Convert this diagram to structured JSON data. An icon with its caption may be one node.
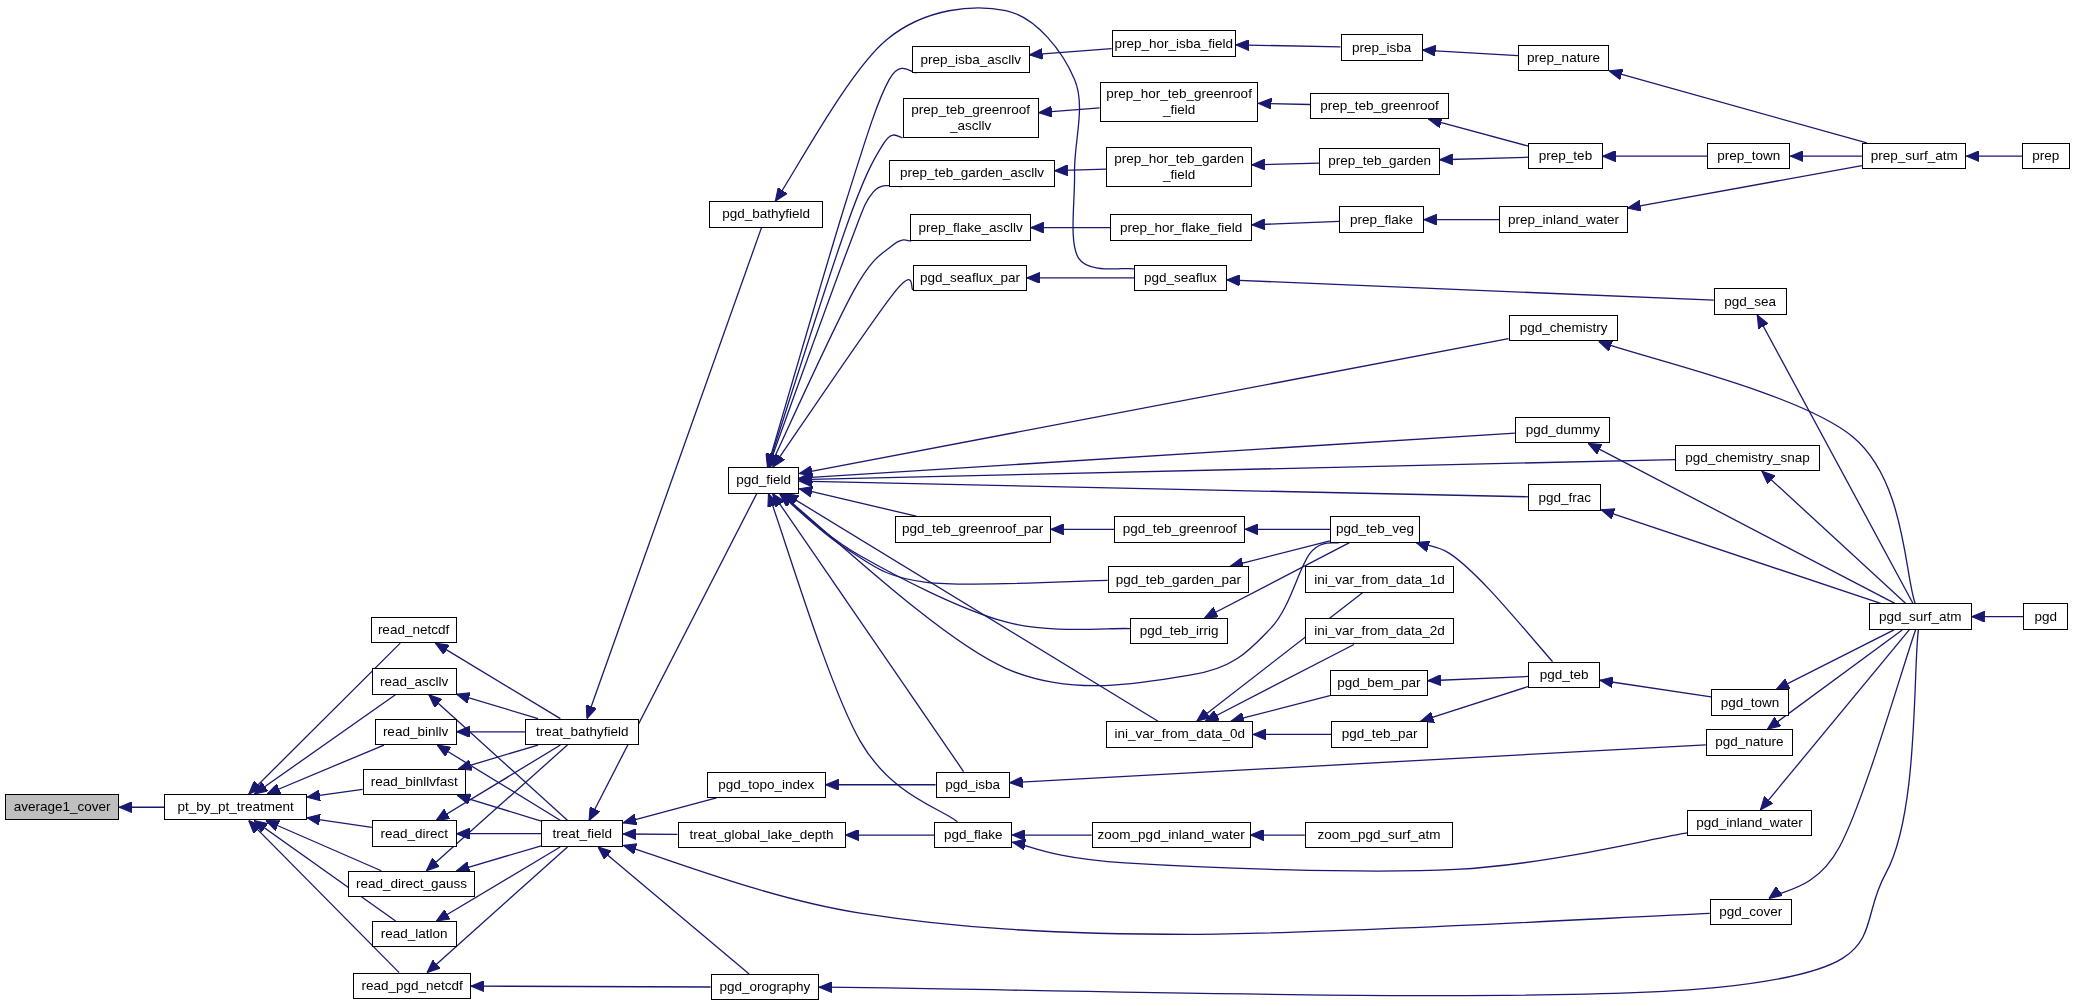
{
  "diagram": {
    "nodes": [
      {
        "text": [
          "average1_cover"
        ]
      },
      {
        "text": [
          "pt_by_pt_treatment"
        ]
      },
      {
        "text": [
          "read_netcdf"
        ]
      },
      {
        "text": [
          "read_ascllv"
        ]
      },
      {
        "text": [
          "read_binllv"
        ]
      },
      {
        "text": [
          "read_binllvfast"
        ]
      },
      {
        "text": [
          "read_direct"
        ]
      },
      {
        "text": [
          "read_direct_gauss"
        ]
      },
      {
        "text": [
          "read_latlon"
        ]
      },
      {
        "text": [
          "read_pgd_netcdf"
        ]
      },
      {
        "text": [
          "treat_bathyfield"
        ]
      },
      {
        "text": [
          "treat_field"
        ]
      },
      {
        "text": [
          "pgd_bathyfield"
        ]
      },
      {
        "text": [
          "pgd_field"
        ]
      },
      {
        "text": [
          "pgd_topo_index"
        ]
      },
      {
        "text": [
          "treat_global_lake_depth"
        ]
      },
      {
        "text": [
          "pgd_orography"
        ]
      },
      {
        "text": [
          "prep_isba_ascllv"
        ]
      },
      {
        "text": [
          "prep_teb_greenroof _ascllv"
        ]
      },
      {
        "text": [
          "prep_teb_garden_ascllv"
        ]
      },
      {
        "text": [
          "prep_flake_ascllv"
        ]
      },
      {
        "text": [
          "pgd_seaflux_par"
        ]
      },
      {
        "text": [
          "pgd_teb_greenroof_par"
        ]
      },
      {
        "text": [
          "pgd_teb_garden_par"
        ]
      },
      {
        "text": [
          "pgd_teb_irrig"
        ]
      },
      {
        "text": [
          "ini_var_from_data_0d"
        ]
      },
      {
        "text": [
          "pgd_isba"
        ]
      },
      {
        "text": [
          "pgd_flake"
        ]
      },
      {
        "text": [
          "prep_hor_isba_field"
        ]
      },
      {
        "text": [
          "prep_hor_teb_greenroof _field"
        ]
      },
      {
        "text": [
          "prep_hor_teb_garden _field"
        ]
      },
      {
        "text": [
          "prep_hor_flake_field"
        ]
      },
      {
        "text": [
          "pgd_seaflux"
        ]
      },
      {
        "text": [
          "pgd_teb_greenroof"
        ]
      },
      {
        "text": [
          "pgd_teb_veg"
        ]
      },
      {
        "text": [
          "ini_var_from_data_1d"
        ]
      },
      {
        "text": [
          "ini_var_from_data_2d"
        ]
      },
      {
        "text": [
          "pgd_bem_par"
        ]
      },
      {
        "text": [
          "pgd_teb_par"
        ]
      },
      {
        "text": [
          "zoom_pgd_inland_water"
        ]
      },
      {
        "text": [
          "zoom_pgd_surf_atm"
        ]
      },
      {
        "text": [
          "prep_isba"
        ]
      },
      {
        "text": [
          "prep_teb_greenroof"
        ]
      },
      {
        "text": [
          "prep_teb_garden"
        ]
      },
      {
        "text": [
          "prep_flake"
        ]
      },
      {
        "text": [
          "prep_nature"
        ]
      },
      {
        "text": [
          "prep_teb"
        ]
      },
      {
        "text": [
          "prep_inland_water"
        ]
      },
      {
        "text": [
          "prep_town"
        ]
      },
      {
        "text": [
          "prep_surf_atm"
        ]
      },
      {
        "text": [
          "prep"
        ]
      },
      {
        "text": [
          "pgd_sea"
        ]
      },
      {
        "text": [
          "pgd_chemistry"
        ]
      },
      {
        "text": [
          "pgd_dummy"
        ]
      },
      {
        "text": [
          "pgd_chemistry_snap"
        ]
      },
      {
        "text": [
          "pgd_frac"
        ]
      },
      {
        "text": [
          "pgd_teb"
        ]
      },
      {
        "text": [
          "pgd_town"
        ]
      },
      {
        "text": [
          "pgd_surf_atm"
        ]
      },
      {
        "text": [
          "pgd"
        ]
      },
      {
        "text": [
          "pgd_nature"
        ]
      },
      {
        "text": [
          "pgd_inland_water"
        ]
      },
      {
        "text": [
          "pgd_cover"
        ]
      }
    ],
    "edges": [
      {
        "from": 1,
        "to": 0,
        "arrow": "to"
      },
      {
        "from": 2,
        "to": 1,
        "arrow": "to"
      },
      {
        "from": 3,
        "to": 1,
        "arrow": "to"
      },
      {
        "from": 4,
        "to": 1,
        "arrow": "to"
      },
      {
        "from": 5,
        "to": 1,
        "arrow": "to"
      },
      {
        "from": 6,
        "to": 1,
        "arrow": "to"
      },
      {
        "from": 7,
        "to": 1,
        "arrow": "to"
      },
      {
        "from": 8,
        "to": 1,
        "arrow": "to"
      },
      {
        "from": 9,
        "to": 1,
        "arrow": "to"
      },
      {
        "from": 10,
        "to": 2,
        "arrow": "to"
      },
      {
        "from": 10,
        "to": 3,
        "arrow": "to"
      },
      {
        "from": 10,
        "to": 4,
        "arrow": "to"
      },
      {
        "from": 10,
        "to": 5,
        "arrow": "to"
      },
      {
        "from": 10,
        "to": 6,
        "arrow": "to"
      },
      {
        "from": 10,
        "to": 7,
        "arrow": "to"
      },
      {
        "from": 11,
        "to": 3,
        "arrow": "to"
      },
      {
        "from": 11,
        "to": 4,
        "arrow": "to"
      },
      {
        "from": 11,
        "to": 5,
        "arrow": "to"
      },
      {
        "from": 11,
        "to": 6,
        "arrow": "to"
      },
      {
        "from": 11,
        "to": 7,
        "arrow": "to"
      },
      {
        "from": 11,
        "to": 8,
        "arrow": "to"
      },
      {
        "from": 11,
        "to": 9,
        "arrow": "to"
      },
      {
        "from": 12,
        "to": 10,
        "arrow": "to"
      },
      {
        "from": 13,
        "to": 11,
        "arrow": "to"
      },
      {
        "from": 14,
        "to": 11,
        "arrow": "to"
      },
      {
        "from": 15,
        "to": 11,
        "arrow": "to"
      },
      {
        "from": 16,
        "to": 11,
        "arrow": "to"
      },
      {
        "from": 62,
        "to": 11,
        "arrow": "to"
      },
      {
        "from": 16,
        "to": 9,
        "arrow": "to"
      },
      {
        "from": 32,
        "to": 12,
        "arrow": "to"
      },
      {
        "from": 17,
        "to": 13,
        "arrow": "to"
      },
      {
        "from": 18,
        "to": 13,
        "arrow": "to"
      },
      {
        "from": 19,
        "to": 13,
        "arrow": "to"
      },
      {
        "from": 20,
        "to": 13,
        "arrow": "to"
      },
      {
        "from": 21,
        "to": 13,
        "arrow": "to"
      },
      {
        "from": 52,
        "to": 13,
        "arrow": "to"
      },
      {
        "from": 54,
        "to": 13,
        "arrow": "to"
      },
      {
        "from": 53,
        "to": 13,
        "arrow": "to"
      },
      {
        "from": 55,
        "to": 13,
        "arrow": "to"
      },
      {
        "from": 22,
        "to": 13,
        "arrow": "to"
      },
      {
        "from": 23,
        "to": 13,
        "arrow": "to"
      },
      {
        "from": 24,
        "to": 13,
        "arrow": "to"
      },
      {
        "from": 34,
        "to": 13,
        "arrow": "to"
      },
      {
        "from": 25,
        "to": 13,
        "arrow": "to"
      },
      {
        "from": 26,
        "to": 13,
        "arrow": "to"
      },
      {
        "from": 27,
        "to": 13,
        "arrow": "to"
      },
      {
        "from": 28,
        "to": 17,
        "arrow": "to"
      },
      {
        "from": 29,
        "to": 18,
        "arrow": "to"
      },
      {
        "from": 30,
        "to": 19,
        "arrow": "to"
      },
      {
        "from": 31,
        "to": 20,
        "arrow": "to"
      },
      {
        "from": 32,
        "to": 21,
        "arrow": "to"
      },
      {
        "from": 41,
        "to": 28,
        "arrow": "to"
      },
      {
        "from": 42,
        "to": 29,
        "arrow": "to"
      },
      {
        "from": 43,
        "to": 30,
        "arrow": "to"
      },
      {
        "from": 44,
        "to": 31,
        "arrow": "to"
      },
      {
        "from": 45,
        "to": 41,
        "arrow": "to"
      },
      {
        "from": 46,
        "to": 42,
        "arrow": "to"
      },
      {
        "from": 46,
        "to": 43,
        "arrow": "to"
      },
      {
        "from": 47,
        "to": 44,
        "arrow": "to"
      },
      {
        "from": 49,
        "to": 45,
        "arrow": "to"
      },
      {
        "from": 48,
        "to": 46,
        "arrow": "to"
      },
      {
        "from": 49,
        "to": 48,
        "arrow": "to"
      },
      {
        "from": 49,
        "to": 47,
        "arrow": "to"
      },
      {
        "from": 50,
        "to": 49,
        "arrow": "to"
      },
      {
        "from": 51,
        "to": 32,
        "arrow": "to"
      },
      {
        "from": 33,
        "to": 22,
        "arrow": "to"
      },
      {
        "from": 34,
        "to": 33,
        "arrow": "to"
      },
      {
        "from": 34,
        "to": 23,
        "arrow": "to"
      },
      {
        "from": 34,
        "to": 24,
        "arrow": "to"
      },
      {
        "from": 35,
        "to": 25,
        "arrow": "to"
      },
      {
        "from": 36,
        "to": 25,
        "arrow": "to"
      },
      {
        "from": 37,
        "to": 25,
        "arrow": "to"
      },
      {
        "from": 38,
        "to": 25,
        "arrow": "to"
      },
      {
        "from": 56,
        "to": 34,
        "arrow": "to"
      },
      {
        "from": 56,
        "to": 37,
        "arrow": "to"
      },
      {
        "from": 56,
        "to": 38,
        "arrow": "to"
      },
      {
        "from": 57,
        "to": 56,
        "arrow": "to"
      },
      {
        "from": 26,
        "to": 14,
        "arrow": "to"
      },
      {
        "from": 60,
        "to": 26,
        "arrow": "to"
      },
      {
        "from": 27,
        "to": 15,
        "arrow": "to"
      },
      {
        "from": 39,
        "to": 27,
        "arrow": "to"
      },
      {
        "from": 61,
        "to": 27,
        "arrow": "to"
      },
      {
        "from": 40,
        "to": 39,
        "arrow": "to"
      },
      {
        "from": 58,
        "to": 51,
        "arrow": "to"
      },
      {
        "from": 58,
        "to": 52,
        "arrow": "to"
      },
      {
        "from": 58,
        "to": 54,
        "arrow": "to"
      },
      {
        "from": 58,
        "to": 53,
        "arrow": "to"
      },
      {
        "from": 58,
        "to": 55,
        "arrow": "to"
      },
      {
        "from": 58,
        "to": 57,
        "arrow": "to"
      },
      {
        "from": 58,
        "to": 60,
        "arrow": "to"
      },
      {
        "from": 58,
        "to": 61,
        "arrow": "to"
      },
      {
        "from": 58,
        "to": 62,
        "arrow": "to"
      },
      {
        "from": 58,
        "to": 16,
        "arrow": "to"
      },
      {
        "from": 59,
        "to": 58,
        "arrow": "to"
      }
    ]
  }
}
